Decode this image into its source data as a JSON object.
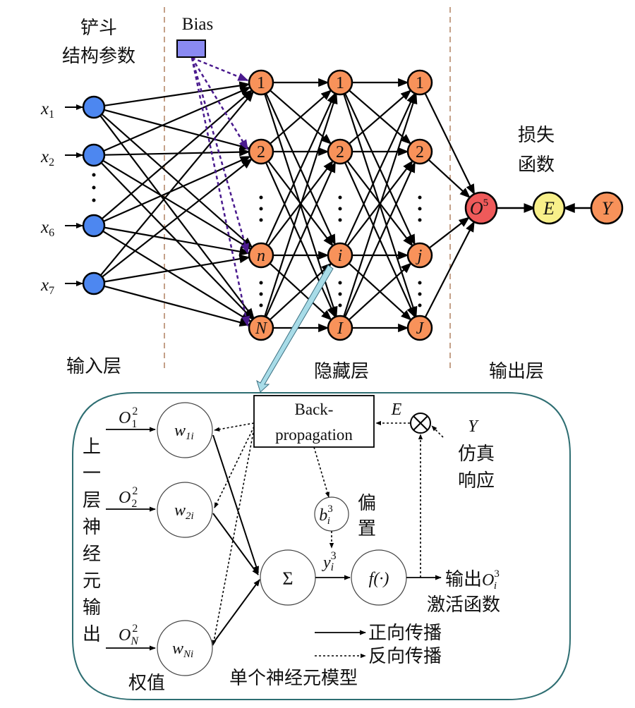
{
  "labels": {
    "input_param_line1": "铲斗",
    "input_param_line2": "结构参数",
    "bias": "Bias",
    "input_layer": "输入层",
    "hidden_layer": "隐藏层",
    "output_layer": "输出层",
    "loss_line1": "损失",
    "loss_line2": "函数"
  },
  "inputs": [
    {
      "var": "x",
      "sub": "1"
    },
    {
      "var": "x",
      "sub": "2"
    },
    {
      "var": "x",
      "sub": "6"
    },
    {
      "var": "x",
      "sub": "7"
    }
  ],
  "hidden_layers": [
    {
      "nodes": [
        "1",
        "2",
        "n",
        "N"
      ]
    },
    {
      "nodes": [
        "1",
        "2",
        "i",
        "I"
      ]
    },
    {
      "nodes": [
        "1",
        "2",
        "j",
        "J"
      ]
    }
  ],
  "output": {
    "node": "O",
    "sup": "5",
    "error": "E",
    "target": "Y"
  },
  "neuron_model": {
    "title": "单个神经元模型",
    "prev_output_label": "上一层神经元输出",
    "weights_label": "权值",
    "inputs": [
      {
        "o": "O",
        "sub": "1",
        "sup": "2",
        "w": "w",
        "wsub": "1i"
      },
      {
        "o": "O",
        "sub": "2",
        "sup": "2",
        "w": "w",
        "wsub": "2i"
      },
      {
        "o": "O",
        "sub": "N",
        "sup": "2",
        "w": "w",
        "wsub": "Ni"
      }
    ],
    "backprop_line1": "Back-",
    "backprop_line2": "propagation",
    "bias_node": {
      "b": "b",
      "sub": "i",
      "sup": "3"
    },
    "bias_label_line1": "偏",
    "bias_label_line2": "置",
    "sum_symbol": "Σ",
    "sum_output": {
      "y": "y",
      "sub": "i",
      "sup": "3"
    },
    "activation_symbol": "f(·)",
    "activation_label": "激活函数",
    "output_prefix": "输出",
    "output_var": {
      "o": "O",
      "sub": "i",
      "sup": "3"
    },
    "error_label": "E",
    "multiply_symbol": "⊗",
    "target_label": "Y",
    "sim_response_line1": "仿真",
    "sim_response_line2": "响应",
    "legend": [
      {
        "style": "solid",
        "label": "正向传播"
      },
      {
        "style": "dashed",
        "label": "反向传播"
      }
    ]
  },
  "colors": {
    "input_node": "#4d87f0",
    "hidden_node": "#f8925a",
    "output_node": "#ef5a5a",
    "error_node": "#f8f08a",
    "target_node": "#f8925a",
    "bias_box": "#8a8af2",
    "bias_arrow": "#4a1a8e",
    "layer_divider": "#b08060",
    "panel_border": "#2e6e72",
    "callout_arrow": "#a8dce8"
  }
}
